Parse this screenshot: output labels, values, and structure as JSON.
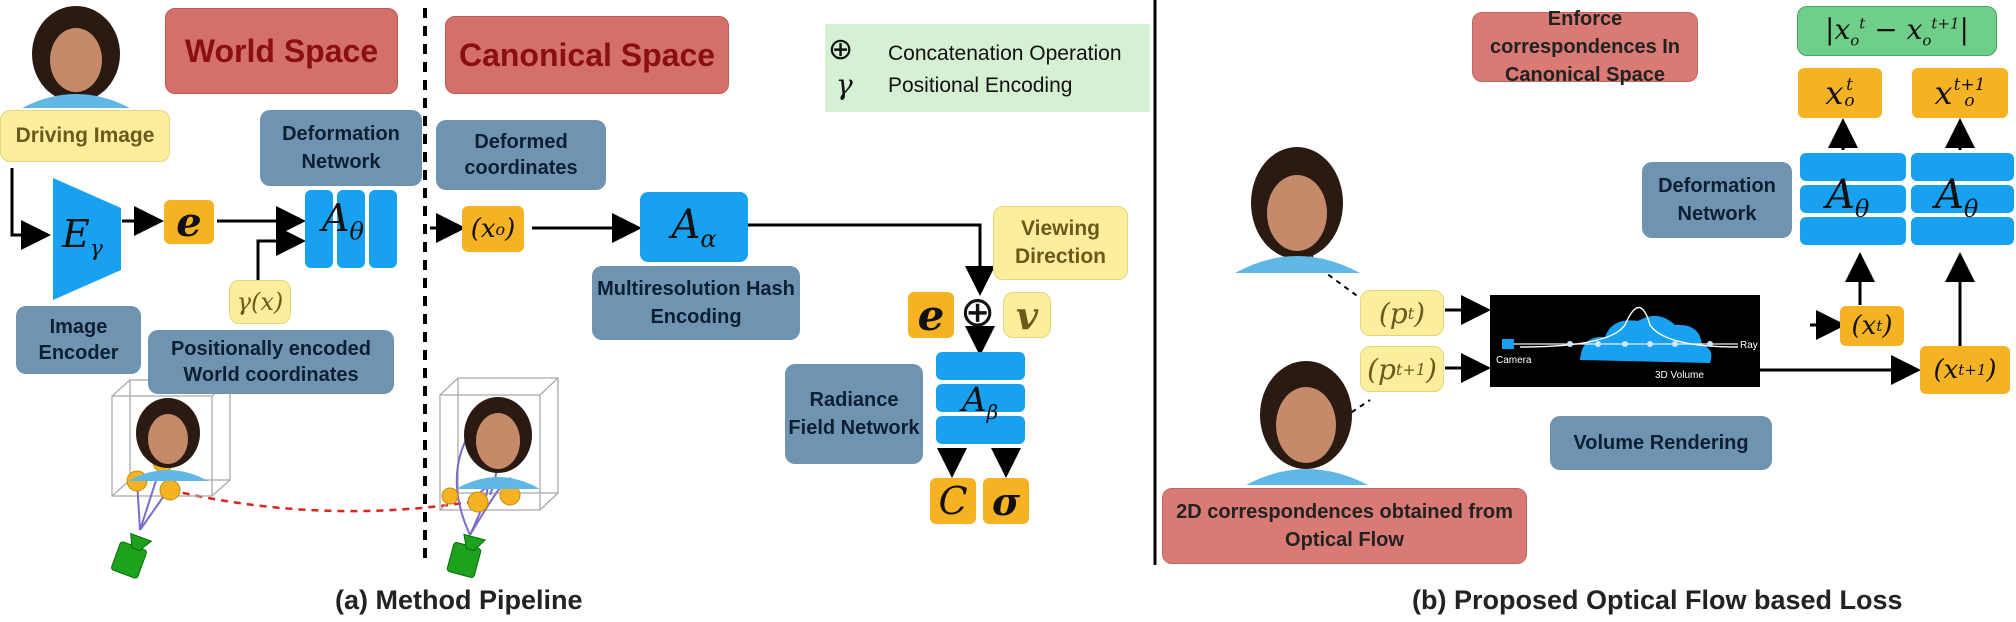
{
  "left_panel": {
    "driving_image_label": "Driving Image",
    "world_space_label": "World Space",
    "canonical_space_label": "Canonical Space",
    "encoder_symbol": "E",
    "encoder_sub": "γ",
    "image_encoder_label": "Image Encoder",
    "e_symbol": "e",
    "deformation_network_label": "Deformation Network",
    "a_theta_symbol": "A",
    "a_theta_sub": "θ",
    "gamma_x_label": "γ(x)",
    "pos_encoded_label": "Positionally encoded World coordinates",
    "deformed_coords_label": "Deformed coordinates",
    "xo_label": "(x",
    "xo_sub": "o",
    "xo_close": ")",
    "a_alpha_symbol": "A",
    "a_alpha_sub": "α",
    "hash_encoding_label": "Multiresolution Hash Encoding",
    "viewing_direction_label": "Viewing Direction",
    "e2_symbol": "e",
    "oplus_symbol": "⊕",
    "v_symbol": "v",
    "radiance_label": "Radiance Field Network",
    "a_beta_symbol": "A",
    "a_beta_sub": "β",
    "c_symbol": "C",
    "sigma_symbol": "σ"
  },
  "legend": {
    "concat_symbol": "⊕",
    "concat_label": "Concatenation Operation",
    "gamma_symbol": "γ",
    "gamma_label": "Positional Encoding"
  },
  "right_panel": {
    "enforce_label": "Enforce correspondences In Canonical Space",
    "loss_formula": "|x",
    "loss_o1": "o",
    "loss_t1": "t",
    "loss_minus": " − x",
    "loss_o2": "o",
    "loss_t2": "t+1",
    "loss_close": "|",
    "xot_x": "x",
    "xot_sub": "o",
    "xot_sup": "t",
    "xot1_x": "x",
    "xot1_sub": "o",
    "xot1_sup": "t+1",
    "deformation_network_label": "Deformation Network",
    "a1_symbol": "A",
    "a1_sub": "θ",
    "a2_symbol": "A",
    "a2_sub": "θ",
    "pt_label": "(p",
    "pt_sup": "t",
    "pt_close": ")",
    "pt1_label": "(p",
    "pt1_sup": "t+1",
    "pt1_close": ")",
    "xt_label": "(x",
    "xt_sup": "t",
    "xt_close": ")",
    "xt1_label": "(x",
    "xt1_sup": "t+1",
    "xt1_close": ")",
    "camera_label": "Camera",
    "ray_label": "Ray",
    "volume_label": "3D Volume",
    "volume_rendering_label": "Volume Rendering",
    "correspondences_label": "2D correspondences obtained from Optical Flow"
  },
  "captions": {
    "left": "(a) Method Pipeline",
    "right": "(b) Proposed Optical Flow based Loss"
  },
  "colors": {
    "red_box": "#d4706a",
    "steel_box": "#6f94b2",
    "yellow_box": "#fbef9e",
    "orange_box": "#f5b324",
    "blue_net": "#18a1f0",
    "legend_bg": "#d5f0d3"
  }
}
